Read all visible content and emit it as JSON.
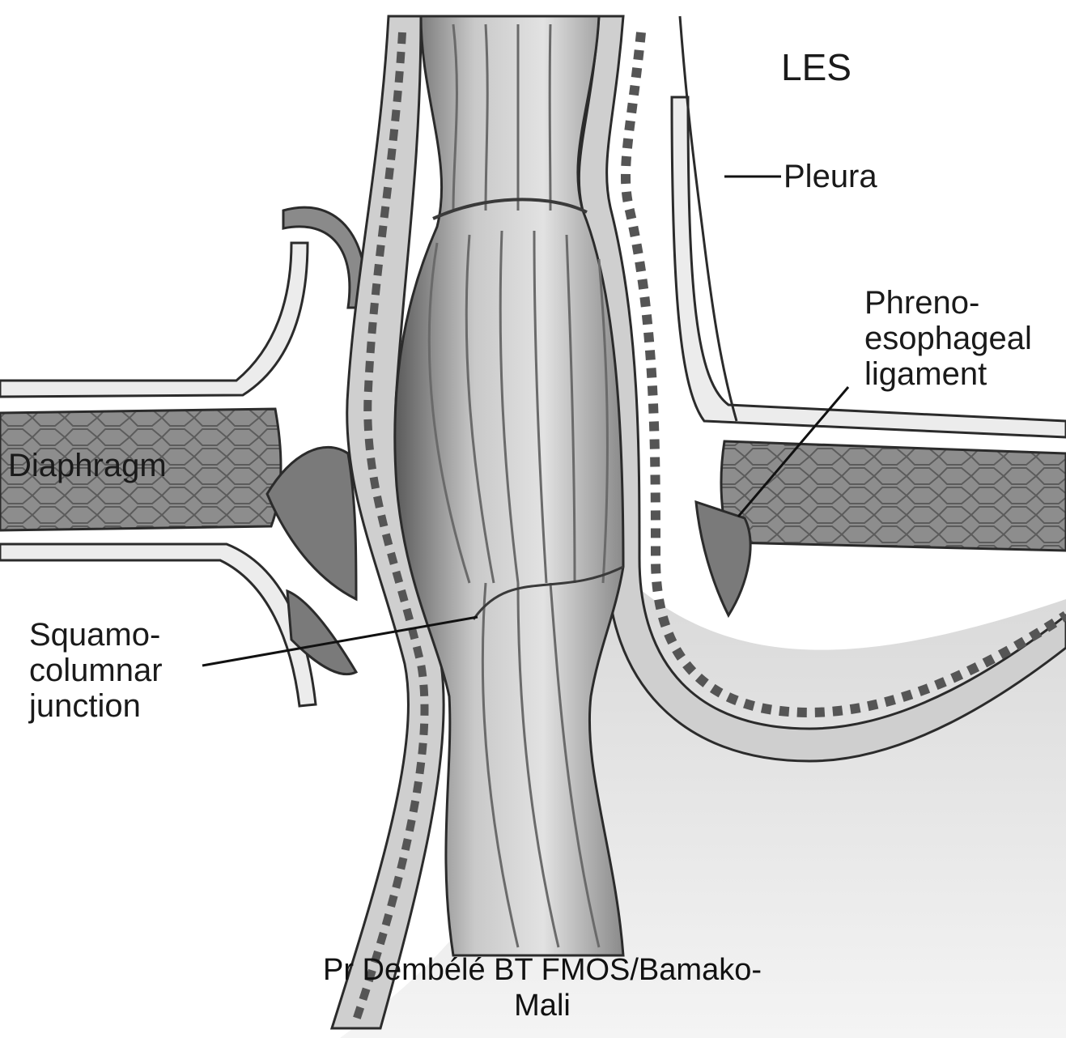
{
  "labels": {
    "les": "LES",
    "pleura": "Pleura",
    "phreno": [
      "Phreno-",
      "esophageal",
      "ligament"
    ],
    "diaphragm": "Diaphragm",
    "squamo": [
      "Squamo-",
      "columnar",
      "junction"
    ]
  },
  "credit": "Pr Dembélé BT FMOS/Bamako-Mali",
  "colors": {
    "tissue_dark": "#6e6e6e",
    "tissue_mid": "#a8a8a8",
    "tissue_light": "#d6d6d6",
    "outline": "#2b2b2b",
    "background": "#ffffff"
  }
}
